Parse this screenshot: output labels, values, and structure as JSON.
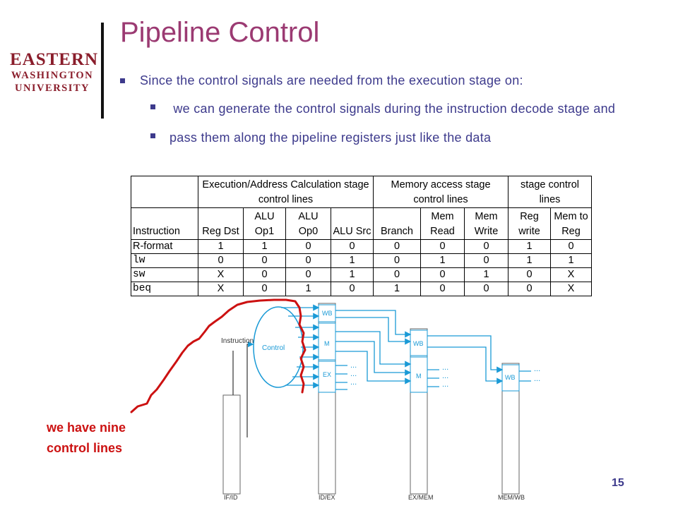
{
  "logo": {
    "line1": "EASTERN",
    "line2": "WASHINGTON",
    "line3": "UNIVERSITY"
  },
  "title": "Pipeline Control",
  "bullets": [
    "Since the control signals are needed from the execution stage on:",
    " we can generate the control signals during the instruction decode stage and",
    "pass them along the pipeline registers just like the data"
  ],
  "table": {
    "group_headers": [
      "Execution/Address Calculation stage control lines",
      "Memory access stage control lines",
      "stage control lines"
    ],
    "columns": [
      "Instruction",
      "Reg Dst",
      "ALU Op1",
      "ALU Op0",
      "ALU Src",
      "Branch",
      "Mem Read",
      "Mem Write",
      "Reg write",
      "Mem to Reg"
    ],
    "rows": [
      [
        "R-format",
        "1",
        "1",
        "0",
        "0",
        "0",
        "0",
        "0",
        "1",
        "0"
      ],
      [
        "lw",
        "0",
        "0",
        "0",
        "1",
        "0",
        "1",
        "0",
        "1",
        "1"
      ],
      [
        "sw",
        "X",
        "0",
        "0",
        "1",
        "0",
        "0",
        "1",
        "0",
        "X"
      ],
      [
        "beq",
        "X",
        "0",
        "1",
        "0",
        "1",
        "0",
        "0",
        "0",
        "X"
      ]
    ]
  },
  "diagram": {
    "instruction_label": "Instruction",
    "control_label": "Control",
    "idex_fields": [
      "WB",
      "M",
      "EX"
    ],
    "exmem_fields": [
      "WB",
      "M"
    ],
    "memwb_fields": [
      "WB"
    ],
    "register_labels": [
      "IF/ID",
      "ID/EX",
      "EX/MEM",
      "MEM/WB"
    ],
    "ellipsis": "...",
    "line_color": "#1a9ad6",
    "annotation_color": "#cc1111"
  },
  "annotation": {
    "line1": "we have nine",
    "line2": "control lines"
  },
  "page_number": "15"
}
